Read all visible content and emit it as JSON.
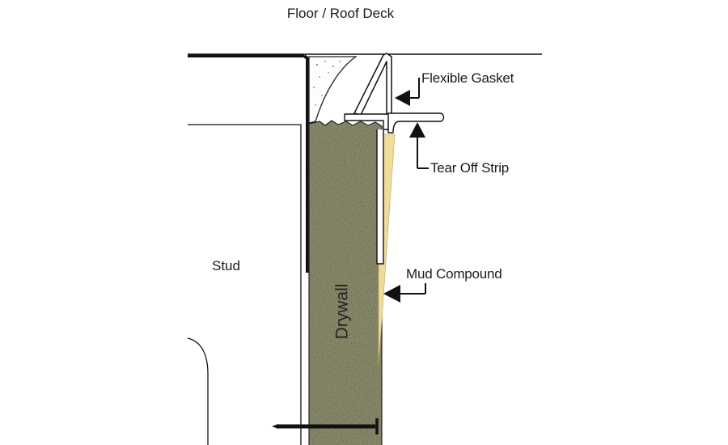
{
  "diagram": {
    "title": "Floor / Roof Deck",
    "labels": {
      "stud": "Stud",
      "drywall": "Drywall",
      "flexible_gasket": "Flexible Gasket",
      "tear_off_strip": "Tear Off Strip",
      "mud_compound": "Mud Compound"
    },
    "colors": {
      "drywall": "#8a8a6c",
      "mud_compound": "#eedc9a",
      "line": "#111111",
      "fireproofing": "#ffffff"
    }
  }
}
